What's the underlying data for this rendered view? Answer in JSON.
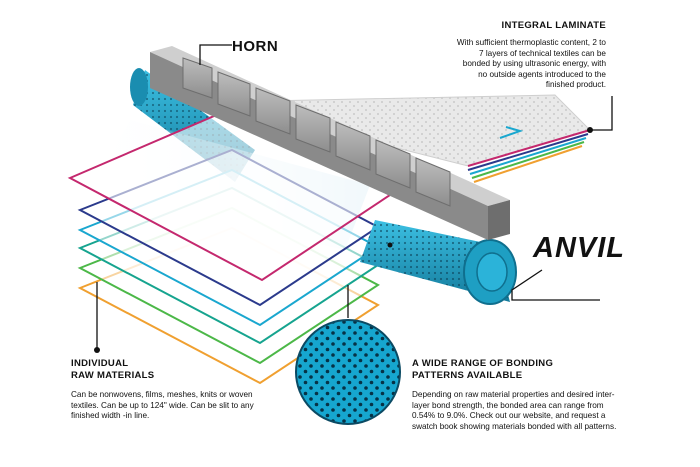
{
  "labels": {
    "horn": "HORN",
    "anvil": "ANVIL"
  },
  "integral_laminate": {
    "title": "INTEGRAL LAMINATE",
    "body": "With sufficient thermoplastic content, 2 to 7 layers of technical textiles can be bonded by using ultrasonic energy, with no outside agents introduced to the finished product."
  },
  "raw_materials": {
    "title_line1": "INDIVIDUAL",
    "title_line2": "RAW MATERIALS",
    "body": "Can be nonwovens, films, meshes, knits or woven textiles. Can be up to 124\" wide.  Can be slit to any finished width -in line."
  },
  "bonding_patterns": {
    "title_line1": "A WIDE RANGE OF BONDING",
    "title_line2": "PATTERNS AVAILABLE",
    "body": "Depending on raw material properties and desired inter-layer bond strength, the bonded area can range from 0.54% to 9.0%.  Check out our website, and request a swatch book showing materials bonded with all patterns."
  },
  "colors": {
    "layer_magenta": "#c4286e",
    "layer_navy": "#2b3a8c",
    "layer_cyan": "#1aa7cf",
    "layer_teal": "#16a48f",
    "layer_green": "#4cb848",
    "layer_orange": "#f0a030",
    "anvil": "#1e9fc3",
    "horn": "#9a9a9a"
  }
}
